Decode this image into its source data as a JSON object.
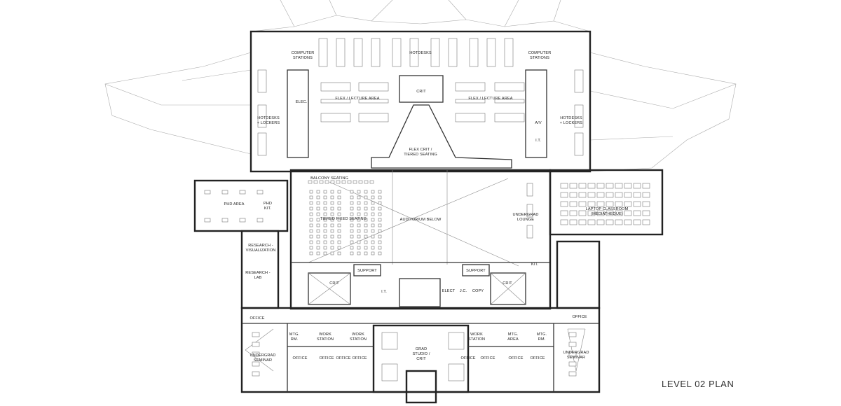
{
  "plan_title": "LEVEL 02 PLAN",
  "labels": {
    "computer_stations": [
      "COMPUTER",
      "STATIONS"
    ],
    "hotdesks": "HOTDESKS",
    "hotdesks_lockers": [
      "HOTDESKS",
      "+ LOCKERS"
    ],
    "elec": "ELEC.",
    "crit": "CRIT",
    "flex_lecture": "FLEX / LECTURE AREA",
    "av": "A/V",
    "it": "I.T.",
    "flex_crit": [
      "FLEX CRIT /",
      "TIERED SEATING"
    ],
    "balcony": "BALCONY SEATING",
    "tiered_fixed": "TIERED FIXED SEATING",
    "auditorium": "AUDITORIUM BELOW",
    "undergrad_lounge": [
      "UNDERGRAD",
      "LOUNGE"
    ],
    "laptop_classroom": [
      "LAPTOP CLASSROOM",
      "(MEDIATHEQUE)"
    ],
    "phd_area": "PHD AREA",
    "phd_kit": [
      "PHD",
      "KIT."
    ],
    "research_vis": [
      "RESEARCH -",
      "VISUALIZATION"
    ],
    "research_lab": [
      "RESEARCH -",
      "LAB"
    ],
    "support": "SUPPORT",
    "elect": "ELECT",
    "jc": "J.C.",
    "copy": "COPY",
    "kit": "KIT.",
    "office": "OFFICE",
    "mtg_rm": [
      "MTG.",
      "RM."
    ],
    "mtg_area": [
      "MTG.",
      "AREA"
    ],
    "work_station": [
      "WORK",
      "STATION"
    ],
    "undergrad_seminar": [
      "UNDERGRAD",
      "SEMINAR"
    ],
    "grad_studio": [
      "GRAD",
      "STUDIO /",
      "CRIT"
    ]
  }
}
